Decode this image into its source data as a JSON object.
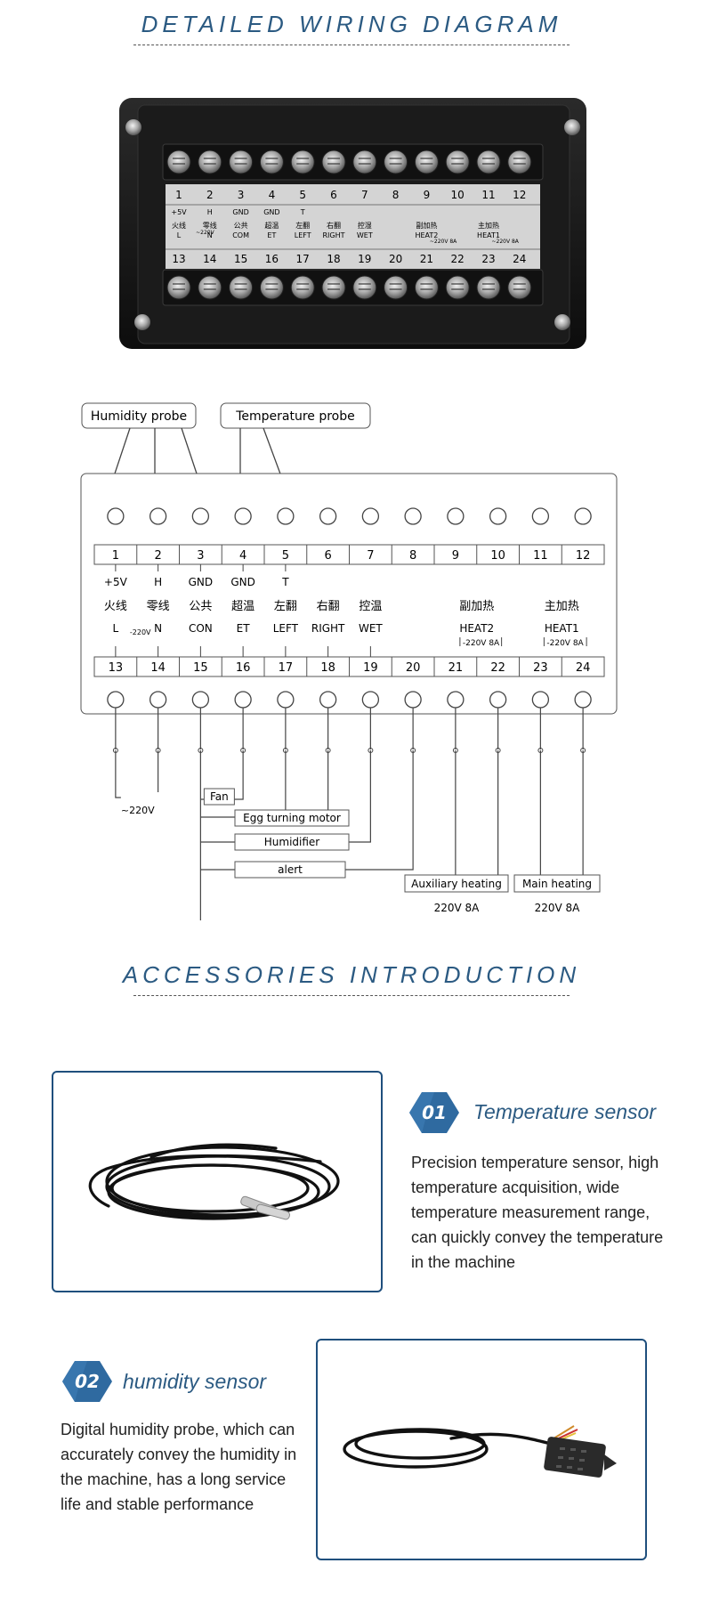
{
  "wiring": {
    "title": "DETAILED WIRING DIAGRAM",
    "device": {
      "top_numbers": [
        "1",
        "2",
        "3",
        "4",
        "5",
        "6",
        "7",
        "8",
        "9",
        "10",
        "11",
        "12"
      ],
      "top_signals": [
        "+5V",
        "H",
        "GND",
        "GND",
        "T",
        "",
        "",
        "",
        "",
        "",
        "",
        ""
      ],
      "bottom_cn": [
        "火线",
        "零线",
        "公共",
        "超温",
        "左翻",
        "右翻",
        "控湿",
        "",
        "副加热",
        "",
        "主加热",
        ""
      ],
      "bottom_en": [
        "L",
        "N",
        "COM",
        "ET",
        "LEFT",
        "RIGHT",
        "WET",
        "",
        "HEAT2",
        "",
        "HEAT1",
        ""
      ],
      "bottom_numbers": [
        "13",
        "14",
        "15",
        "16",
        "17",
        "18",
        "19",
        "20",
        "21",
        "22",
        "23",
        "24"
      ],
      "l_note": "~220V",
      "heat_note": "~220V 8A"
    },
    "probes": {
      "humidity_label": "Humidity probe",
      "temperature_label": "Temperature probe",
      "wire_colors": [
        "Red",
        "yellow",
        "black",
        "Metal",
        "Red"
      ]
    },
    "diagram": {
      "top_numbers": [
        "1",
        "2",
        "3",
        "4",
        "5",
        "6",
        "7",
        "8",
        "9",
        "10",
        "11",
        "12"
      ],
      "top_signals": [
        "+5V",
        "H",
        "GND",
        "GND",
        "T",
        "",
        "",
        "",
        "",
        "",
        "",
        ""
      ],
      "bottom_cn": [
        "火线",
        "零线",
        "公共",
        "超温",
        "左翻",
        "右翻",
        "控温",
        "",
        "副加热",
        "",
        "主加热",
        ""
      ],
      "bottom_en": [
        "L",
        "N",
        "CON",
        "ET",
        "LEFT",
        "RIGHT",
        "WET",
        "",
        "HEAT2",
        "",
        "HEAT1",
        ""
      ],
      "bottom_numbers": [
        "13",
        "14",
        "15",
        "16",
        "17",
        "18",
        "19",
        "20",
        "21",
        "22",
        "23",
        "24"
      ],
      "l_note": "-220V",
      "heat_note": "-220V 8A",
      "supply_label": "~220V",
      "loads": {
        "fan": "Fan",
        "egg_motor": "Egg turning motor",
        "humidifier": "Humidifier",
        "alert": "alert",
        "aux_heating": "Auxiliary heating",
        "main_heating": "Main heating",
        "aux_rating": "220V  8A",
        "main_rating": "220V  8A"
      }
    }
  },
  "accessories": {
    "title": "ACCESSORIES INTRODUCTION",
    "items": [
      {
        "number": "01",
        "name": "Temperature sensor",
        "description": "Precision temperature sensor, high temperature acquisition, wide temperature measurement range, can quickly convey the temperature in the machine"
      },
      {
        "number": "02",
        "name": "humidity sensor",
        "description": "Digital humidity probe, which can accurately convey the humidity in the machine, has a long service life and stable performance"
      }
    ]
  },
  "colors": {
    "accent_blue": "#2b5a82",
    "frame_blue": "#1f4f7d",
    "badge_blue": "#2f6aa0"
  }
}
